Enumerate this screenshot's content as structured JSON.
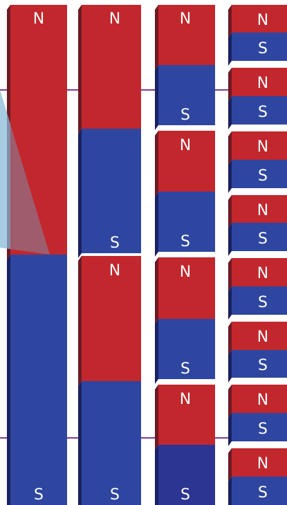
{
  "labels": {
    "north": "N",
    "south": "S"
  },
  "colors": {
    "north": "#c1272d",
    "south": "#2e46a0",
    "south_dark": "#2c3592",
    "side_north": "#6e1a24",
    "side_south": "#1a2160",
    "guide_line": "#7a3c8c",
    "field_tint": "#6fa6c6"
  },
  "columns": [
    {
      "name": "column-1",
      "magnets": [
        {
          "north": "N",
          "south": "S"
        }
      ]
    },
    {
      "name": "column-2",
      "magnets": [
        {
          "north": "N",
          "south": "S"
        },
        {
          "north": "N",
          "south": "S"
        }
      ]
    },
    {
      "name": "column-3",
      "magnets": [
        {
          "north": "N",
          "south": "S"
        },
        {
          "north": "N",
          "south": "S"
        },
        {
          "north": "N",
          "south": "S"
        },
        {
          "north": "N",
          "south": "S"
        }
      ]
    },
    {
      "name": "column-4",
      "magnets": [
        {
          "north": "N",
          "south": "S"
        },
        {
          "north": "N",
          "south": "S"
        },
        {
          "north": "N",
          "south": "S"
        },
        {
          "north": "N",
          "south": "S"
        },
        {
          "north": "N",
          "south": "S"
        },
        {
          "north": "N",
          "south": "S"
        },
        {
          "north": "N",
          "south": "S"
        },
        {
          "north": "N",
          "south": "S"
        }
      ]
    }
  ]
}
